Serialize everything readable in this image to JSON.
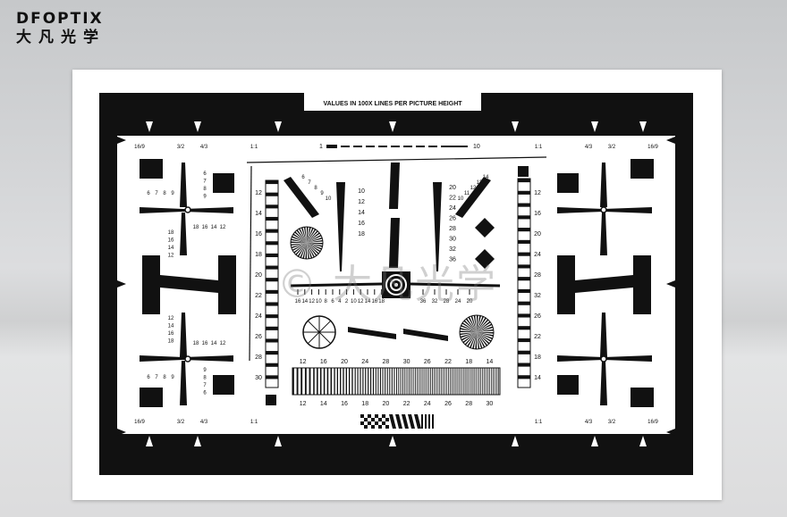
{
  "logo": {
    "en": "DFOPTIX",
    "cn": "大凡光学"
  },
  "chart": {
    "header": "VALUES IN 100X LINES PER PICTURE HEIGHT",
    "ratios_top": [
      "16/9",
      "3/2",
      "4/3",
      "1:1",
      "1:1",
      "4/3",
      "3/2",
      "16/9"
    ],
    "ratios_bottom": [
      "16/9",
      "3/2",
      "4/3",
      "1:1",
      "1:1",
      "4/3",
      "3/2",
      "16/9"
    ],
    "scale_start": "1",
    "scale_end": "10",
    "left_column": [
      "12",
      "14",
      "16",
      "18",
      "20",
      "22",
      "24",
      "26",
      "28",
      "30"
    ],
    "right_column": [
      "12",
      "16",
      "20",
      "24",
      "28",
      "32",
      "26",
      "22",
      "18",
      "14"
    ],
    "corner_tl_vertical": [
      "6",
      "7",
      "8",
      "9"
    ],
    "corner_tl_horizontal": [
      "6",
      "7",
      "8",
      "9"
    ],
    "corner_tl_right": [
      "18",
      "16",
      "14",
      "12"
    ],
    "corner_tl_below": [
      "18",
      "16",
      "14",
      "12"
    ],
    "corner_bl_above": [
      "12",
      "14",
      "16",
      "18"
    ],
    "corner_bl_right": [
      "18",
      "16",
      "14",
      "12"
    ],
    "corner_bl_below": [
      "9",
      "8",
      "7",
      "6"
    ],
    "corner_bl_horizontal": [
      "6",
      "7",
      "8",
      "9"
    ],
    "center_left_wedge": [
      "10",
      "12",
      "14",
      "16",
      "18"
    ],
    "center_right_wedge": [
      "20",
      "22",
      "24",
      "26",
      "28",
      "30",
      "32",
      "36"
    ],
    "center_left_diag": [
      "6",
      "7",
      "8",
      "9",
      "10"
    ],
    "center_right_diag": [
      "14",
      "13",
      "12",
      "11",
      "10"
    ],
    "center_horizontal_left": [
      "16",
      "14",
      "12",
      "10",
      "8",
      "6",
      "4",
      "2",
      "10",
      "12",
      "14",
      "16",
      "18"
    ],
    "center_horizontal_right": [
      "36",
      "32",
      "28",
      "24",
      "20"
    ],
    "bottom_scale_top": [
      "12",
      "16",
      "20",
      "24",
      "28",
      "30",
      "26",
      "22",
      "18",
      "14"
    ],
    "bottom_scale_bottom": [
      "12",
      "14",
      "16",
      "18",
      "20",
      "22",
      "24",
      "26",
      "28",
      "30"
    ],
    "watermark": "© 大凡光学"
  },
  "colors": {
    "ink": "#111111",
    "paper": "#ffffff",
    "background": "#d8d9da"
  }
}
